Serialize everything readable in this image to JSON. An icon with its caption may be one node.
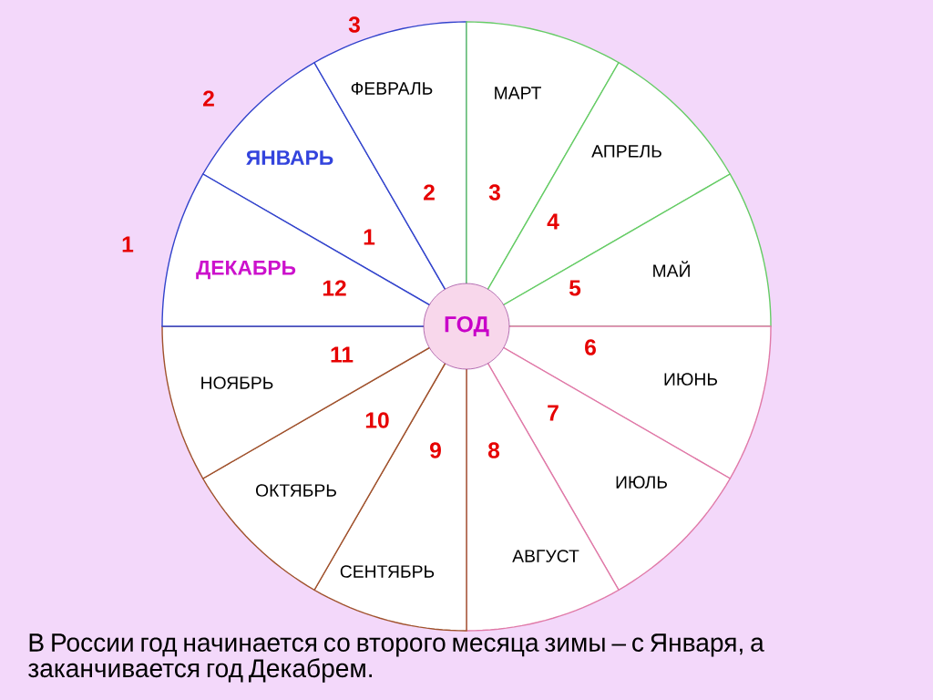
{
  "diagram": {
    "caption": "В России год начинается со второго месяца зимы – с Января, а заканчивается год Декабрем.",
    "nodes": [
      {
        "text": [
          "ГОД"
        ]
      },
      {
        "text": [
          "ЯНВАРЬ",
          "1"
        ]
      },
      {
        "text": [
          "ФЕВРАЛЬ",
          "2"
        ]
      },
      {
        "text": [
          "МАРТ",
          "3"
        ]
      },
      {
        "text": [
          "АПРЕЛЬ",
          "4"
        ]
      },
      {
        "text": [
          "МАЙ",
          "5"
        ]
      },
      {
        "text": [
          "6",
          "ИЮНЬ"
        ]
      },
      {
        "text": [
          "7",
          "ИЮЛЬ"
        ]
      },
      {
        "text": [
          "8",
          "АВГУСТ"
        ]
      },
      {
        "text": [
          "9",
          "СЕНТЯБРЬ"
        ]
      },
      {
        "text": [
          "10",
          "ОКТЯБРЬ"
        ]
      },
      {
        "text": [
          "11",
          "НОЯБРЬ"
        ]
      },
      {
        "text": [
          "ДЕКАБРЬ",
          "12"
        ]
      }
    ],
    "labels": [
      "3",
      "2",
      "1"
    ]
  }
}
